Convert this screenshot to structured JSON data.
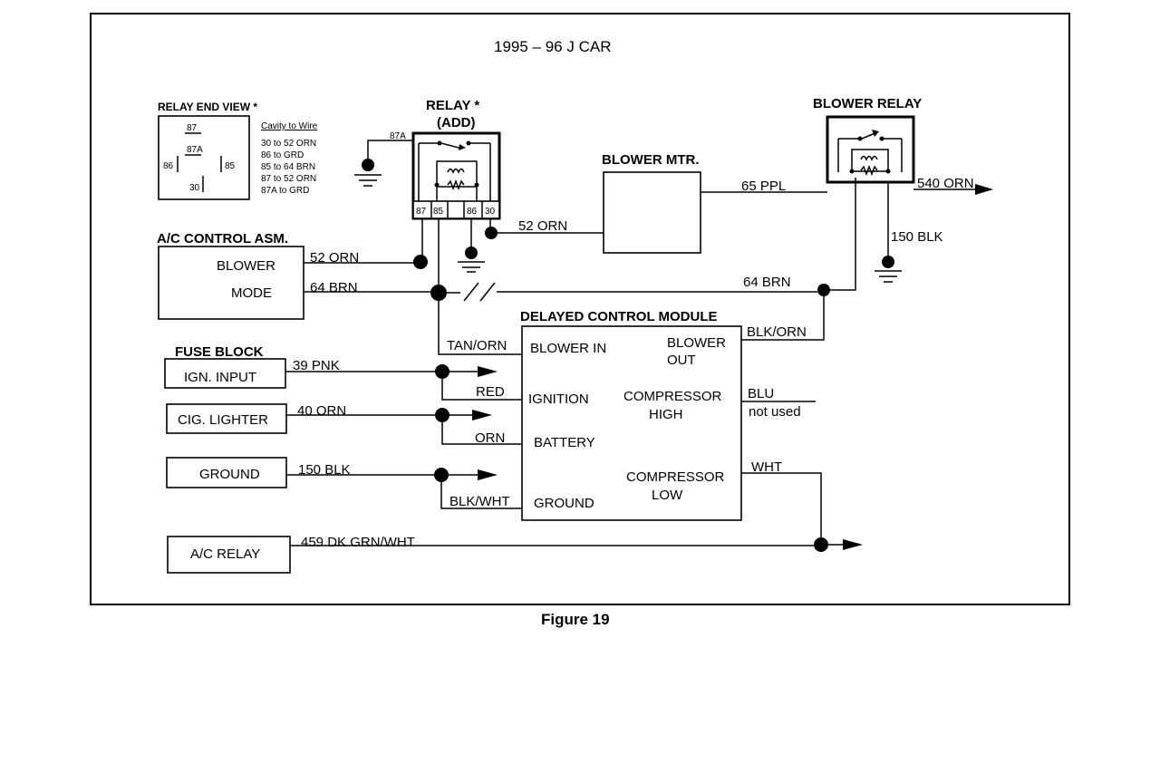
{
  "title": "1995 – 96  J CAR",
  "caption": "Figure 19",
  "relay_end_view": {
    "heading": "RELAY END VIEW *",
    "pins": [
      "87",
      "87A",
      "86",
      "85",
      "30"
    ],
    "legend_heading": "Cavity to Wire",
    "legend": [
      "30 to 52 ORN",
      "86 to GRD",
      "85 to 64 BRN",
      "87 to 52 ORN",
      "87A to GRD"
    ]
  },
  "relay_add": {
    "heading_line1": "RELAY *",
    "heading_line2": "(ADD)",
    "pin_87a": "87A",
    "terminals": [
      "87",
      "85",
      "86",
      "30"
    ]
  },
  "blower_motor": {
    "label": "BLOWER MTR."
  },
  "blower_relay": {
    "label": "BLOWER RELAY"
  },
  "ac_control": {
    "heading": "A/C CONTROL ASM.",
    "blower": "BLOWER",
    "mode": "MODE"
  },
  "fuse_block": {
    "heading": "FUSE BLOCK",
    "ign_input": "IGN. INPUT",
    "cig_lighter": "CIG. LIGHTER"
  },
  "ground_box": {
    "label": "GROUND"
  },
  "ac_relay": {
    "label": "A/C RELAY"
  },
  "module": {
    "heading": "DELAYED CONTROL MODULE",
    "blower_in": "BLOWER IN",
    "ignition": "IGNITION",
    "battery": "BATTERY",
    "ground": "GROUND",
    "blower_out_1": "BLOWER",
    "blower_out_2": "OUT",
    "comp_high_1": "COMPRESSOR",
    "comp_high_2": "HIGH",
    "comp_low_1": "COMPRESSOR",
    "comp_low_2": "LOW"
  },
  "wires": {
    "w52_orn_top": "52 ORN",
    "w52_orn_ac": "52 ORN",
    "w64_brn_ac": "64 BRN",
    "w65_ppl": "65 PPL",
    "w540_orn": "540 ORN",
    "w150_blk_relay": "150 BLK",
    "w64_brn_right": "64 BRN",
    "tan_orn": "TAN/ORN",
    "blk_orn": "BLK/ORN",
    "w39_pnk": "39 PNK",
    "red": "RED",
    "w40_orn": "40 ORN",
    "orn": "ORN",
    "w150_blk": "150 BLK",
    "blk_wht": "BLK/WHT",
    "blu": "BLU",
    "not_used": "not used",
    "wht": "WHT",
    "w459": "459 DK GRN/WHT"
  }
}
